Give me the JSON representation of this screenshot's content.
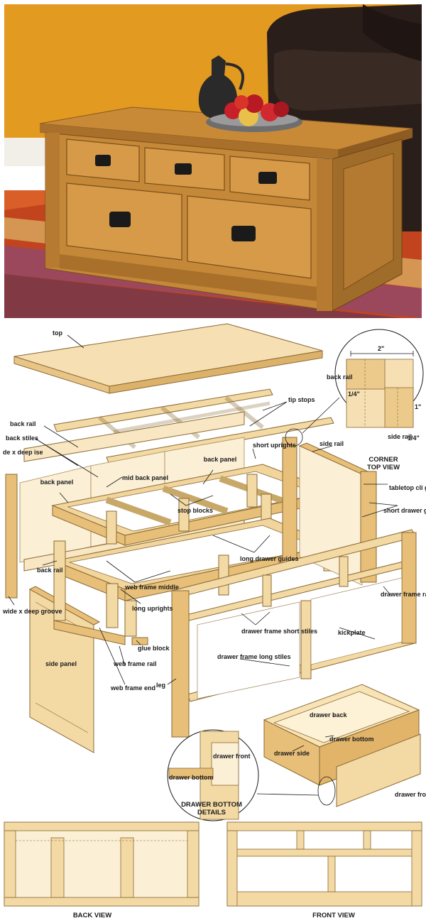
{
  "labels": {
    "top": "top",
    "tip_stops": "tip stops",
    "back_rail": "back rail",
    "back_stiles": "back stiles",
    "groove_left": "de x deep ise",
    "short_uprights": "short uprights",
    "side_rail": "side rail",
    "back_panel_left": "back panel",
    "mid_back_panel": "mid back panel",
    "back_panel_right": "back panel",
    "tabletop_clip_groove": "tabletop cli groove",
    "stop_blocks": "stop blocks",
    "short_drawer_guides": "short drawer guid",
    "back_rail_lower": "back rail",
    "long_drawer_guides": "long drawer guides",
    "web_frame_middle": "web frame middle",
    "drawer_frame_rails": "drawer frame rails",
    "long_uprights": "long uprights",
    "wide_deep_groove": "wide x deep groove",
    "drawer_frame_short_stiles": "drawer frame short stiles",
    "kickplate": "kickplate",
    "glue_block": "glue block",
    "side_panel": "side panel",
    "web_frame_rail": "web frame rail",
    "drawer_frame_long_stiles": "drawer frame long stiles",
    "web_frame_end": "web frame end",
    "leg": "leg",
    "drawer_back": "drawer back",
    "drawer_bottom": "drawer bottom",
    "drawer_side": "drawer side",
    "drawer_front_detail": "drawer front",
    "drawer_bottom_detail": "drawer bottom",
    "drawer_front": "drawer fro"
  },
  "corner_detail": {
    "title_line1": "CORNER",
    "title_line2": "TOP VIEW",
    "dim_width": "2\"",
    "dim_quarter_left": "1/4\"",
    "dim_right": "1\"",
    "dim_quarter_bottom": "1/4\"",
    "back_rail": "back rail",
    "side_rail": "side rail"
  },
  "drawer_detail": {
    "title_line1": "DRAWER BOTTOM",
    "title_line2": "DETAILS"
  },
  "views": {
    "back": "BACK VIEW",
    "front": "FRONT VIEW"
  },
  "colors": {
    "wall": "#e09a1e",
    "oak": "#c98a38",
    "light_wood": "#f3d9a4",
    "sofa": "#2a1e1a"
  }
}
